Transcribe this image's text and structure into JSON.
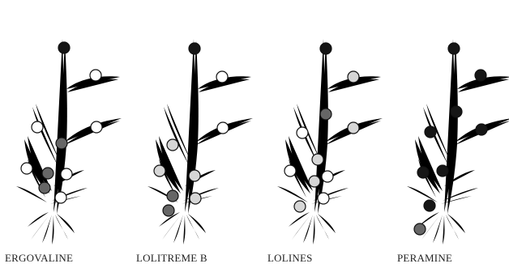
{
  "levels": {
    "high": "#161616",
    "medium": "#666666",
    "low": "#d6d6d6",
    "none": "#ffffff"
  },
  "panels": [
    {
      "label": "ERGOVALINE",
      "dots": [
        "high",
        "none",
        "none",
        "none",
        "medium",
        "none",
        "medium",
        "none",
        "medium",
        "none"
      ]
    },
    {
      "label": "LOLITREME B",
      "dots": [
        "high",
        "none",
        "none",
        "low",
        "low",
        "low",
        "medium",
        "low",
        "medium"
      ]
    },
    {
      "label": "LOLINES",
      "dots": [
        "high",
        "low",
        "medium",
        "low",
        "none",
        "low",
        "none",
        "low",
        "none",
        "none",
        "low"
      ]
    },
    {
      "label": "PERAMINE",
      "dots": [
        "high",
        "high",
        "high",
        "high",
        "high",
        "high",
        "high",
        "high",
        "medium"
      ]
    }
  ]
}
